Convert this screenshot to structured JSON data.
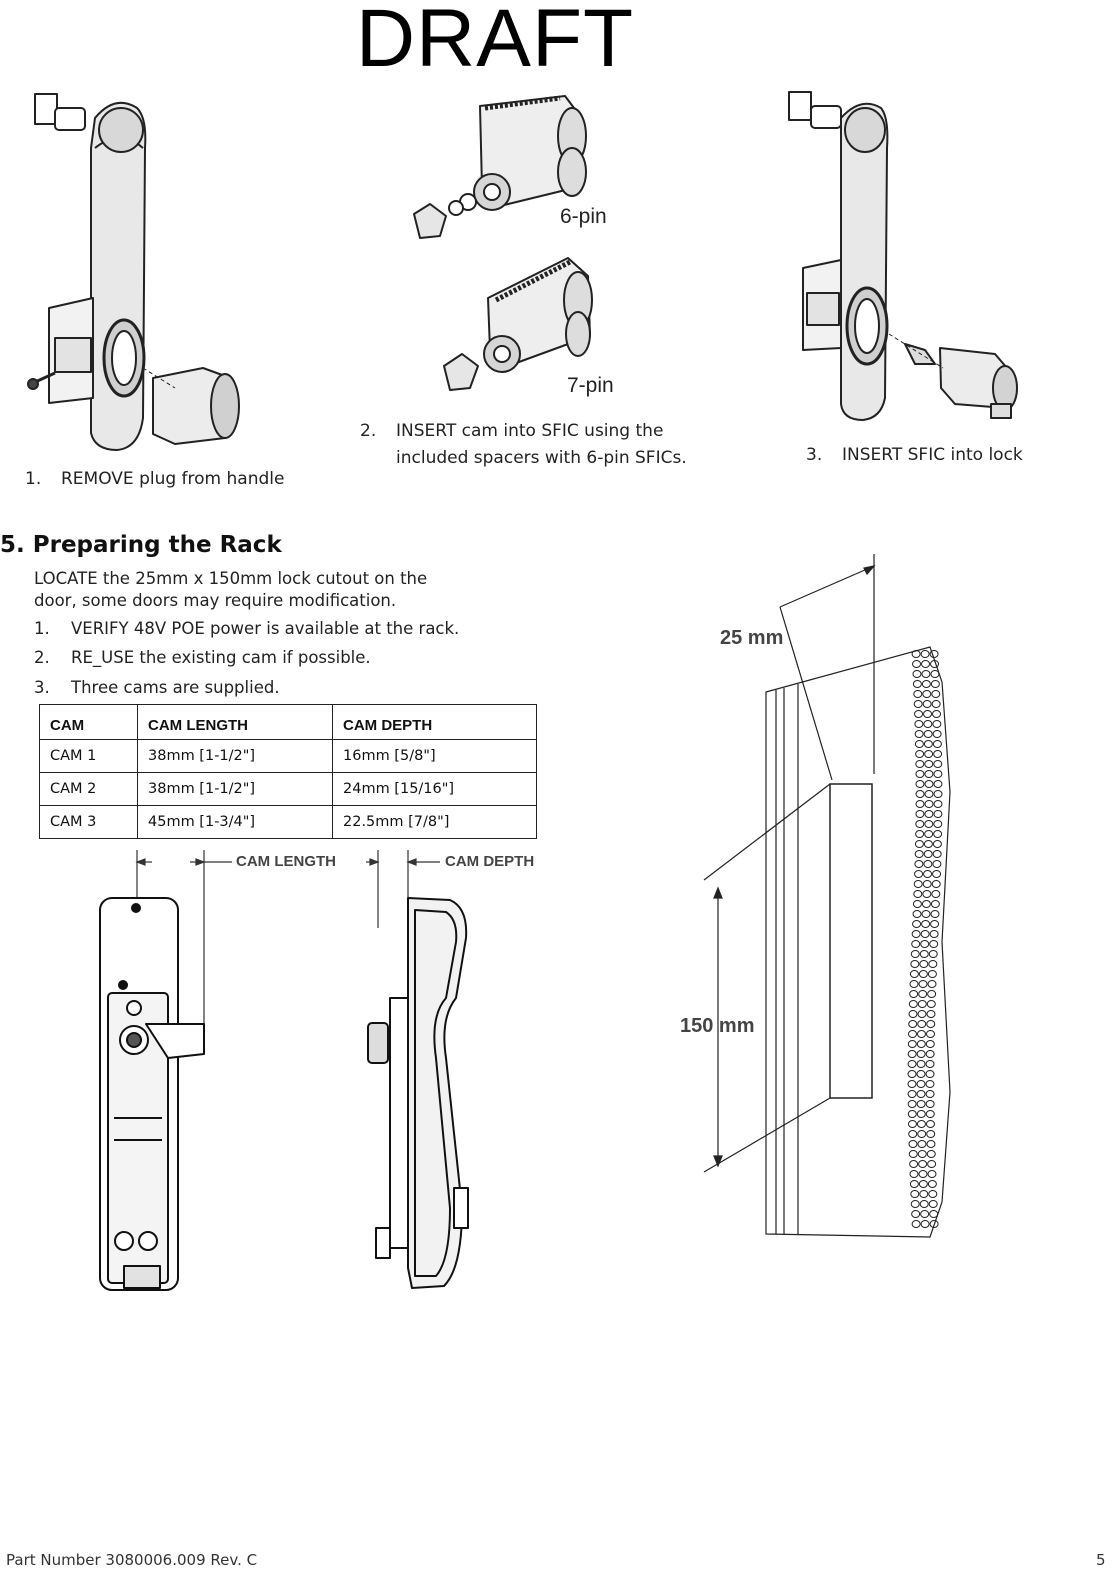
{
  "watermark": "DRAFT",
  "install_steps": [
    {
      "number": "1.",
      "text": "REMOVE plug from handle"
    },
    {
      "number": "2.",
      "line1": "INSERT cam into SFIC using the",
      "line2": "included spacers with 6-pin SFICs."
    },
    {
      "number": "3.",
      "text": "INSERT SFIC into lock"
    }
  ],
  "pin_labels": {
    "six": "6-pin",
    "seven": "7-pin"
  },
  "section": {
    "heading": "5. Preparing the Rack",
    "intro_line1": "LOCATE the 25mm x 150mm lock cutout on the",
    "intro_line2": "door, some doors may require modification.",
    "items": [
      {
        "number": "1.",
        "text": "VERIFY 48V POE power is available at the rack."
      },
      {
        "number": "2.",
        "text": "RE_USE the existing cam if possible."
      },
      {
        "number": "3.",
        "text": "Three cams are supplied."
      }
    ]
  },
  "cam_table": {
    "headers": [
      "CAM",
      "CAM LENGTH",
      "CAM DEPTH"
    ],
    "rows": [
      [
        "CAM 1",
        "38mm [1-1/2\"]",
        "16mm [5/8\"]"
      ],
      [
        "CAM 2",
        "38mm [1-1/2\"]",
        "24mm [15/16\"]"
      ],
      [
        "CAM 3",
        "45mm [1-3/4\"]",
        "22.5mm [7/8\"]"
      ]
    ]
  },
  "drawing_labels": {
    "cam_length": "CAM LENGTH",
    "cam_depth": "CAM DEPTH",
    "width": "25 mm",
    "height": "150 mm"
  },
  "footer": {
    "part_number": "Part Number 3080006.009 Rev. C",
    "page": "5"
  }
}
